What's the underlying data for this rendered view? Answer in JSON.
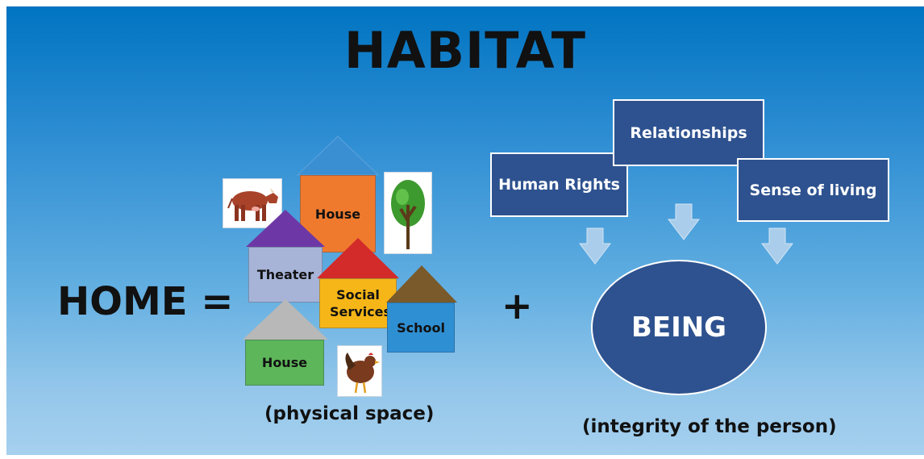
{
  "title": "HABITAT",
  "home_equation": "HOME =",
  "plus": "+",
  "captions": {
    "physical_space": "(physical space)",
    "integrity": "(integrity of the person)"
  },
  "buildings": {
    "house_top": "House",
    "theater": "Theater",
    "social_services": "Social Services",
    "school": "School",
    "house_bottom": "House"
  },
  "boxes": {
    "relationships": "Relationships",
    "human_rights": "Human Rights",
    "sense_of_living": "Sense of living"
  },
  "being": "BEING",
  "colors": {
    "box_fill": "#2e528f",
    "house_top_roof": "#3a8fd3",
    "house_top_wall": "#ef7a2e",
    "theater_roof": "#6d38a5",
    "theater_wall": "#a7b4d8",
    "social_roof": "#d32a2a",
    "social_wall": "#f6b618",
    "school_roof": "#7a5a2a",
    "school_wall": "#2f8fd3",
    "house_bottom_roof": "#b8b8b8",
    "house_bottom_wall": "#5db65a"
  },
  "icons": [
    "cow-icon",
    "tree-icon",
    "hen-icon",
    "down-arrow-icon"
  ]
}
